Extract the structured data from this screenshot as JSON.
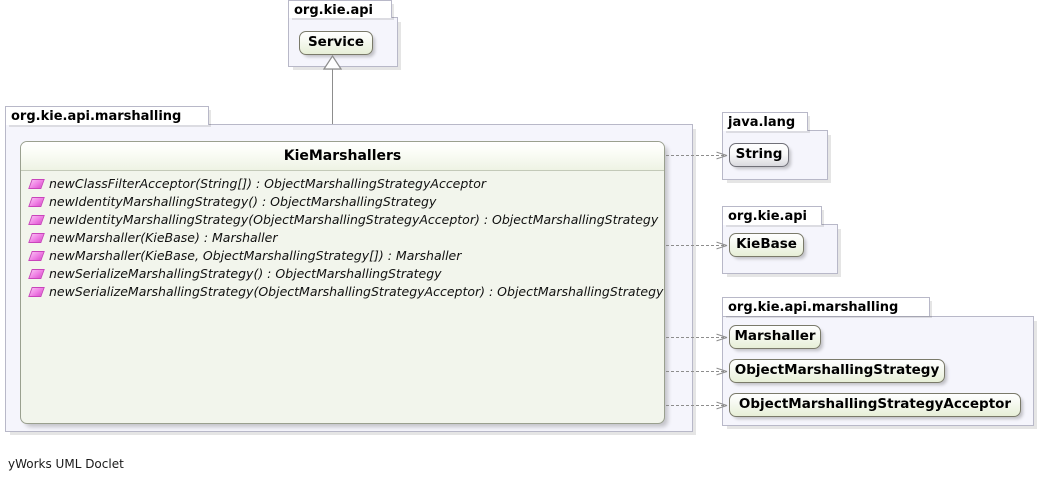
{
  "diagram": {
    "type": "uml-class-diagram",
    "footer": "yWorks UML Doclet"
  },
  "packages": [
    {
      "id": "pkg-org-kie-api-top",
      "label": "org.kie.api",
      "nodes": [
        {
          "id": "node-service",
          "label": "Service",
          "kind": "interface"
        }
      ]
    },
    {
      "id": "pkg-org-kie-api-marshalling-left",
      "label": "org.kie.api.marshalling",
      "nodes": []
    },
    {
      "id": "pkg-java-lang",
      "label": "java.lang",
      "nodes": [
        {
          "id": "node-string",
          "label": "String",
          "kind": "class"
        }
      ]
    },
    {
      "id": "pkg-org-kie-api-right",
      "label": "org.kie.api",
      "nodes": [
        {
          "id": "node-kiebase",
          "label": "KieBase",
          "kind": "interface"
        }
      ]
    },
    {
      "id": "pkg-org-kie-api-marshalling-right",
      "label": "org.kie.api.marshalling",
      "nodes": [
        {
          "id": "node-marshaller",
          "label": "Marshaller",
          "kind": "interface"
        },
        {
          "id": "node-oms",
          "label": "ObjectMarshallingStrategy",
          "kind": "interface"
        },
        {
          "id": "node-omsa",
          "label": "ObjectMarshallingStrategyAcceptor",
          "kind": "interface"
        }
      ]
    }
  ],
  "main_class": {
    "name": "KieMarshallers",
    "members": [
      {
        "icon": "static-method-icon",
        "signature": "newClassFilterAcceptor(String[]) : ObjectMarshallingStrategyAcceptor"
      },
      {
        "icon": "static-method-icon",
        "signature": "newIdentityMarshallingStrategy() : ObjectMarshallingStrategy"
      },
      {
        "icon": "static-method-icon",
        "signature": "newIdentityMarshallingStrategy(ObjectMarshallingStrategyAcceptor) : ObjectMarshallingStrategy"
      },
      {
        "icon": "static-method-icon",
        "signature": "newMarshaller(KieBase) : Marshaller"
      },
      {
        "icon": "static-method-icon",
        "signature": "newMarshaller(KieBase, ObjectMarshallingStrategy[]) : Marshaller"
      },
      {
        "icon": "static-method-icon",
        "signature": "newSerializeMarshallingStrategy() : ObjectMarshallingStrategy"
      },
      {
        "icon": "static-method-icon",
        "signature": "newSerializeMarshallingStrategy(ObjectMarshallingStrategyAcceptor) : ObjectMarshallingStrategy"
      }
    ]
  },
  "relations": [
    {
      "from": "KieMarshallers",
      "to": "Service",
      "type": "realization"
    },
    {
      "from": "KieMarshallers",
      "to": "String",
      "type": "dependency"
    },
    {
      "from": "KieMarshallers",
      "to": "KieBase",
      "type": "dependency"
    },
    {
      "from": "KieMarshallers",
      "to": "Marshaller",
      "type": "dependency"
    },
    {
      "from": "KieMarshallers",
      "to": "ObjectMarshallingStrategy",
      "type": "dependency"
    },
    {
      "from": "KieMarshallers",
      "to": "ObjectMarshallingStrategyAcceptor",
      "type": "dependency"
    }
  ],
  "colors": {
    "package_fill": "#f5f5fc",
    "package_border": "#b8b8c8",
    "class_fill": "#f2f5ec",
    "class_border": "#9aa08f",
    "interface_node_fill": "#e7efd7",
    "class_node_fill": "#d9d9de",
    "member_icon": "#ef7ee4",
    "connector": "#8d8d8d"
  }
}
